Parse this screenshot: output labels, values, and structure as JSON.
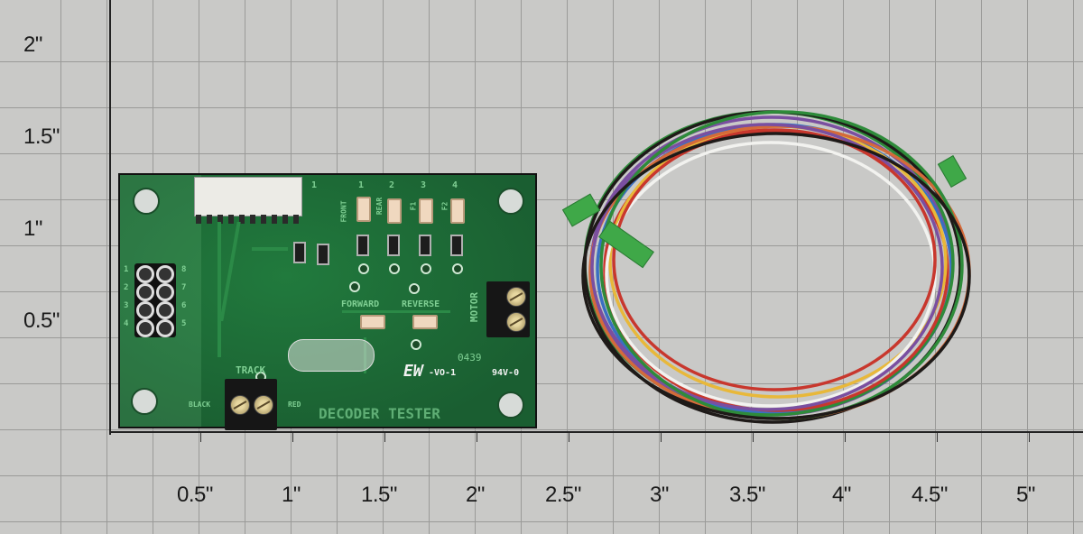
{
  "scene": {
    "description": "Product photo of a decoder tester circuit board and a multicolor wire harness on a measurement grid",
    "background_color": "#c9c9c7",
    "grid_color": "#9a9a98"
  },
  "ruler": {
    "y_labels": [
      "2\"",
      "1.5\"",
      "1\"",
      "0.5\""
    ],
    "x_labels": [
      "0.5\"",
      "1\"",
      "1.5\"",
      "2\"",
      "2.5\"",
      "3\"",
      "3.5\"",
      "4\"",
      "4.5\"",
      "5\""
    ]
  },
  "pcb": {
    "color": "#1d6b36",
    "title": "DECODER TESTER",
    "track_label": "TRACK",
    "black_label": "BLACK",
    "red_label": "RED",
    "motor_label": "MOTOR",
    "forward_label": "FORWARD",
    "reverse_label": "REVERSE",
    "function_numbers": [
      "1",
      "2",
      "3",
      "4"
    ],
    "function_labels": [
      "FRONT",
      "REAR",
      "F1",
      "F2"
    ],
    "header_pin1": "1",
    "pin_numbers_left": [
      "1",
      "2",
      "3",
      "4"
    ],
    "pin_numbers_right": [
      "8",
      "7",
      "6",
      "5"
    ],
    "logo": "EW",
    "version": "-VO-1",
    "serial": "0439",
    "rating": "94V-0"
  },
  "harness": {
    "wire_colors": [
      "#7a4fa0",
      "#3a6fc2",
      "#2e8b3a",
      "#c8372d",
      "#e79a3a",
      "#e8b83a",
      "#1e1a18",
      "#f2f2ef",
      "#d46a3a"
    ],
    "connector_color": "#3fa848"
  }
}
